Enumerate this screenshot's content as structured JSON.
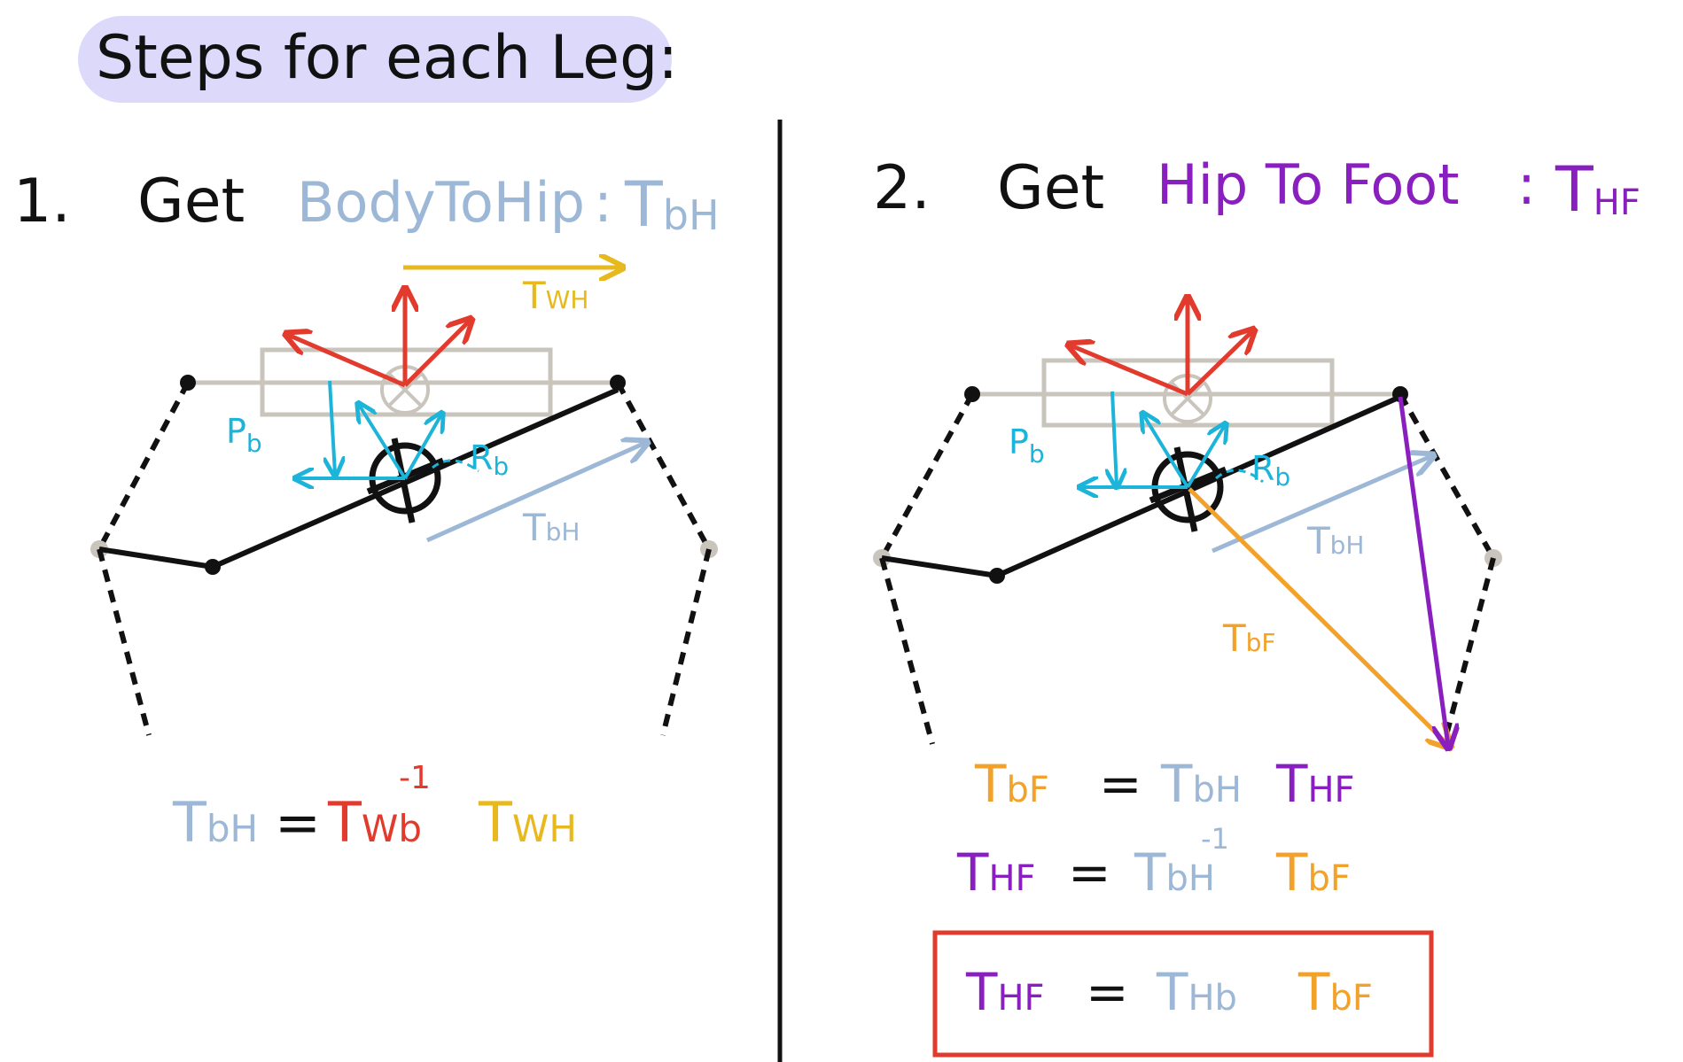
{
  "title": "Steps for each Leg:",
  "colors": {
    "black": "#111111",
    "lightblue": "#9db8d6",
    "purple": "#8a1fc0",
    "orange": "#f2a22a",
    "yellow": "#e8b91e",
    "red": "#e23b2e",
    "cyan": "#1cb4d8",
    "gray": "#c9c4bc",
    "highlight": "#dcd9fb",
    "box": "#e23b2e"
  },
  "step1": {
    "number": "1.",
    "verb": "Get",
    "name": "BodyToHip",
    "colon": ":",
    "symbol": "T",
    "symbol_sub": "bH",
    "labels": {
      "pb": "P",
      "pb_sub": "b",
      "rb": "R",
      "rb_sub": "b",
      "twh": "T",
      "twh_sub": "WH",
      "tbh": "T",
      "tbh_sub": "bH"
    },
    "equation": {
      "lhs": "T",
      "lhs_sub": "bH",
      "eq": "=",
      "term1": "T",
      "term1_sub": "Wb",
      "term1_sup": "-1",
      "term2": "T",
      "term2_sub": "WH"
    }
  },
  "step2": {
    "number": "2.",
    "verb": "Get",
    "name": "Hip To Foot",
    "colon": ":",
    "symbol": "T",
    "symbol_sub": "HF",
    "labels": {
      "pb": "P",
      "pb_sub": "b",
      "rb": "R",
      "rb_sub": "b",
      "tbh": "T",
      "tbh_sub": "bH",
      "tbf": "T",
      "tbf_sub": "bF"
    },
    "eq1": {
      "lhs": "T",
      "lhs_sub": "bF",
      "eq": "=",
      "t1": "T",
      "t1_sub": "bH",
      "t2": "T",
      "t2_sub": "HF"
    },
    "eq2": {
      "lhs": "T",
      "lhs_sub": "HF",
      "eq": "=",
      "t1": "T",
      "t1_sub": "bH",
      "t1_sup": "-1",
      "t2": "T",
      "t2_sub": "bF"
    },
    "eq3": {
      "lhs": "T",
      "lhs_sub": "HF",
      "eq": "=",
      "t1": "T",
      "t1_sub": "Hb",
      "t2": "T",
      "t2_sub": "bF"
    }
  }
}
